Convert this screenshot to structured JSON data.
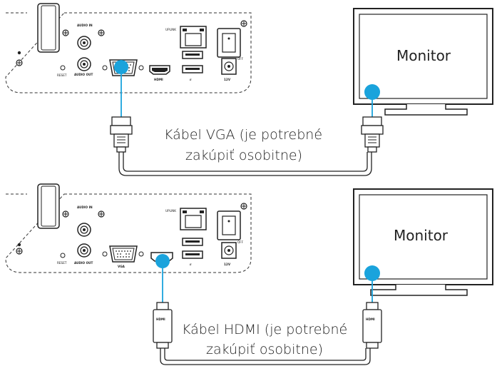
{
  "top": {
    "nvr": {
      "audio_in": "AUDIO IN",
      "audio_out": "AUDIO OUT",
      "reset": "RESET",
      "hdmi": "HDMI",
      "uplink": "UPLINK",
      "usb": "⭿",
      "dc": "12V",
      "off": "OFF"
    },
    "monitor_label": "Monitor",
    "cable_caption_line1": "Kábel VGA (je potrebné",
    "cable_caption_line2": "zakúpiť osobitne)"
  },
  "bottom": {
    "nvr": {
      "audio_in": "AUDIO IN",
      "audio_out": "AUDIO OUT",
      "reset": "RESET",
      "vga": "VGA",
      "uplink": "UPLINK",
      "dc": "12V",
      "off": "OFF"
    },
    "monitor_label": "Monitor",
    "hdmi_plug_label_left": "HDMI",
    "hdmi_plug_label_right": "HDMI",
    "cable_caption_line1": "Kábel HDMI (je potrebné",
    "cable_caption_line2": "zakúpiť osobitne)"
  },
  "colors": {
    "connection_dot": "#1aa3dc",
    "line": "#222222"
  }
}
